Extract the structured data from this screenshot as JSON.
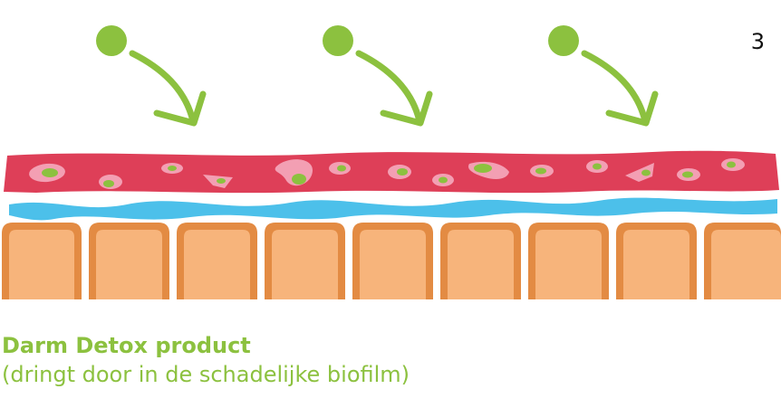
{
  "step_number": "3",
  "caption": {
    "title": "Darm Detox product",
    "subtitle": "(dringt door in de schadelijke biofilm)"
  },
  "colors": {
    "product_green": "#8cc13f",
    "biofilm_red": "#de3f58",
    "biofilm_pink": "#f39fb3",
    "mucus_blue": "#4cc0ea",
    "cell_orange": "#e38b43",
    "cell_fill": "#f7b47b"
  },
  "icons": {
    "product_particle": "green-circle",
    "motion_arrow": "curved-arrow-down-right"
  },
  "product_particle_count": 3,
  "intestinal_cell_count": 9
}
